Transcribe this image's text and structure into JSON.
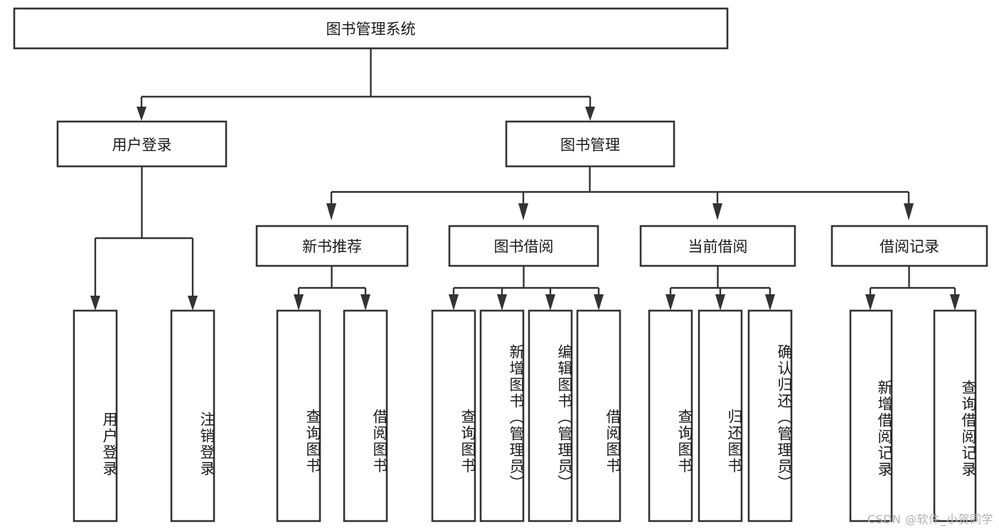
{
  "diagram": {
    "type": "tree",
    "title": "图书管理系统",
    "orientation": "top-down",
    "watermark": "CSDN @软件_小贺同学",
    "colors": {
      "box_stroke": "#333333",
      "box_fill": "#ffffff",
      "connector": "#333333",
      "text": "#1a1a1a",
      "background": "#ffffff",
      "watermark": "#b3b3b3"
    },
    "nodes": {
      "root": {
        "label": "图书管理系统",
        "level": 0,
        "orientation": "horizontal"
      },
      "l1": [
        {
          "id": "user-login",
          "label": "用户登录",
          "orientation": "horizontal"
        },
        {
          "id": "book-manage",
          "label": "图书管理",
          "orientation": "horizontal"
        }
      ],
      "l2": [
        {
          "id": "new-book-rec",
          "label": "新书推荐",
          "orientation": "horizontal"
        },
        {
          "id": "book-borrow",
          "label": "图书借阅",
          "orientation": "horizontal"
        },
        {
          "id": "current-borrow",
          "label": "当前借阅",
          "orientation": "horizontal"
        },
        {
          "id": "borrow-record",
          "label": "借阅记录",
          "orientation": "horizontal"
        }
      ],
      "leaves": {
        "user-login": [
          {
            "id": "leaf-user-login",
            "label": "用户登录",
            "orientation": "vertical"
          },
          {
            "id": "leaf-user-logout",
            "label": "注销登录",
            "orientation": "vertical"
          }
        ],
        "new-book-rec": [
          {
            "id": "leaf-query-book-1",
            "label": "查询图书",
            "orientation": "vertical"
          },
          {
            "id": "leaf-borrow-book-1",
            "label": "借阅图书",
            "orientation": "vertical"
          }
        ],
        "book-borrow": [
          {
            "id": "leaf-query-book-2",
            "label": "查询图书",
            "orientation": "vertical"
          },
          {
            "id": "leaf-add-book",
            "label": "新增图书（管理员）",
            "orientation": "vertical"
          },
          {
            "id": "leaf-edit-book",
            "label": "编辑图书（管理员）",
            "orientation": "vertical"
          },
          {
            "id": "leaf-borrow-book-2",
            "label": "借阅图书",
            "orientation": "vertical"
          }
        ],
        "current-borrow": [
          {
            "id": "leaf-query-book-3",
            "label": "查询图书",
            "orientation": "vertical"
          },
          {
            "id": "leaf-return-book",
            "label": "归还图书",
            "orientation": "vertical"
          },
          {
            "id": "leaf-confirm-return",
            "label": "确认归还（管理员）",
            "orientation": "vertical"
          }
        ],
        "borrow-record": [
          {
            "id": "leaf-add-record",
            "label": "新增借阅记录",
            "orientation": "vertical"
          },
          {
            "id": "leaf-query-record",
            "label": "查询借阅记录",
            "orientation": "vertical"
          }
        ]
      }
    }
  }
}
